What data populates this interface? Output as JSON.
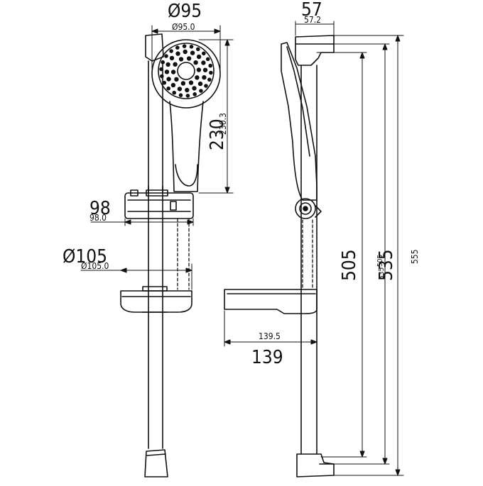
{
  "drawing": {
    "front_view": {
      "head_diameter_big": "Ø95",
      "head_diameter_small": "Ø95.0",
      "head_length_big": "230",
      "head_length_small": "230.3",
      "holder_width_big": "98",
      "holder_width_small": "98.0",
      "dish_diameter_big": "Ø105",
      "dish_diameter_small": "Ø105.0"
    },
    "side_view": {
      "depth_big": "57",
      "depth_small": "57.2",
      "bar_length_big": "505",
      "bar_length_small": "505",
      "mid_length_big": "535",
      "mid_length_small": "535",
      "total_length": "555",
      "projection_small": "139.5",
      "projection_big": "139"
    }
  }
}
